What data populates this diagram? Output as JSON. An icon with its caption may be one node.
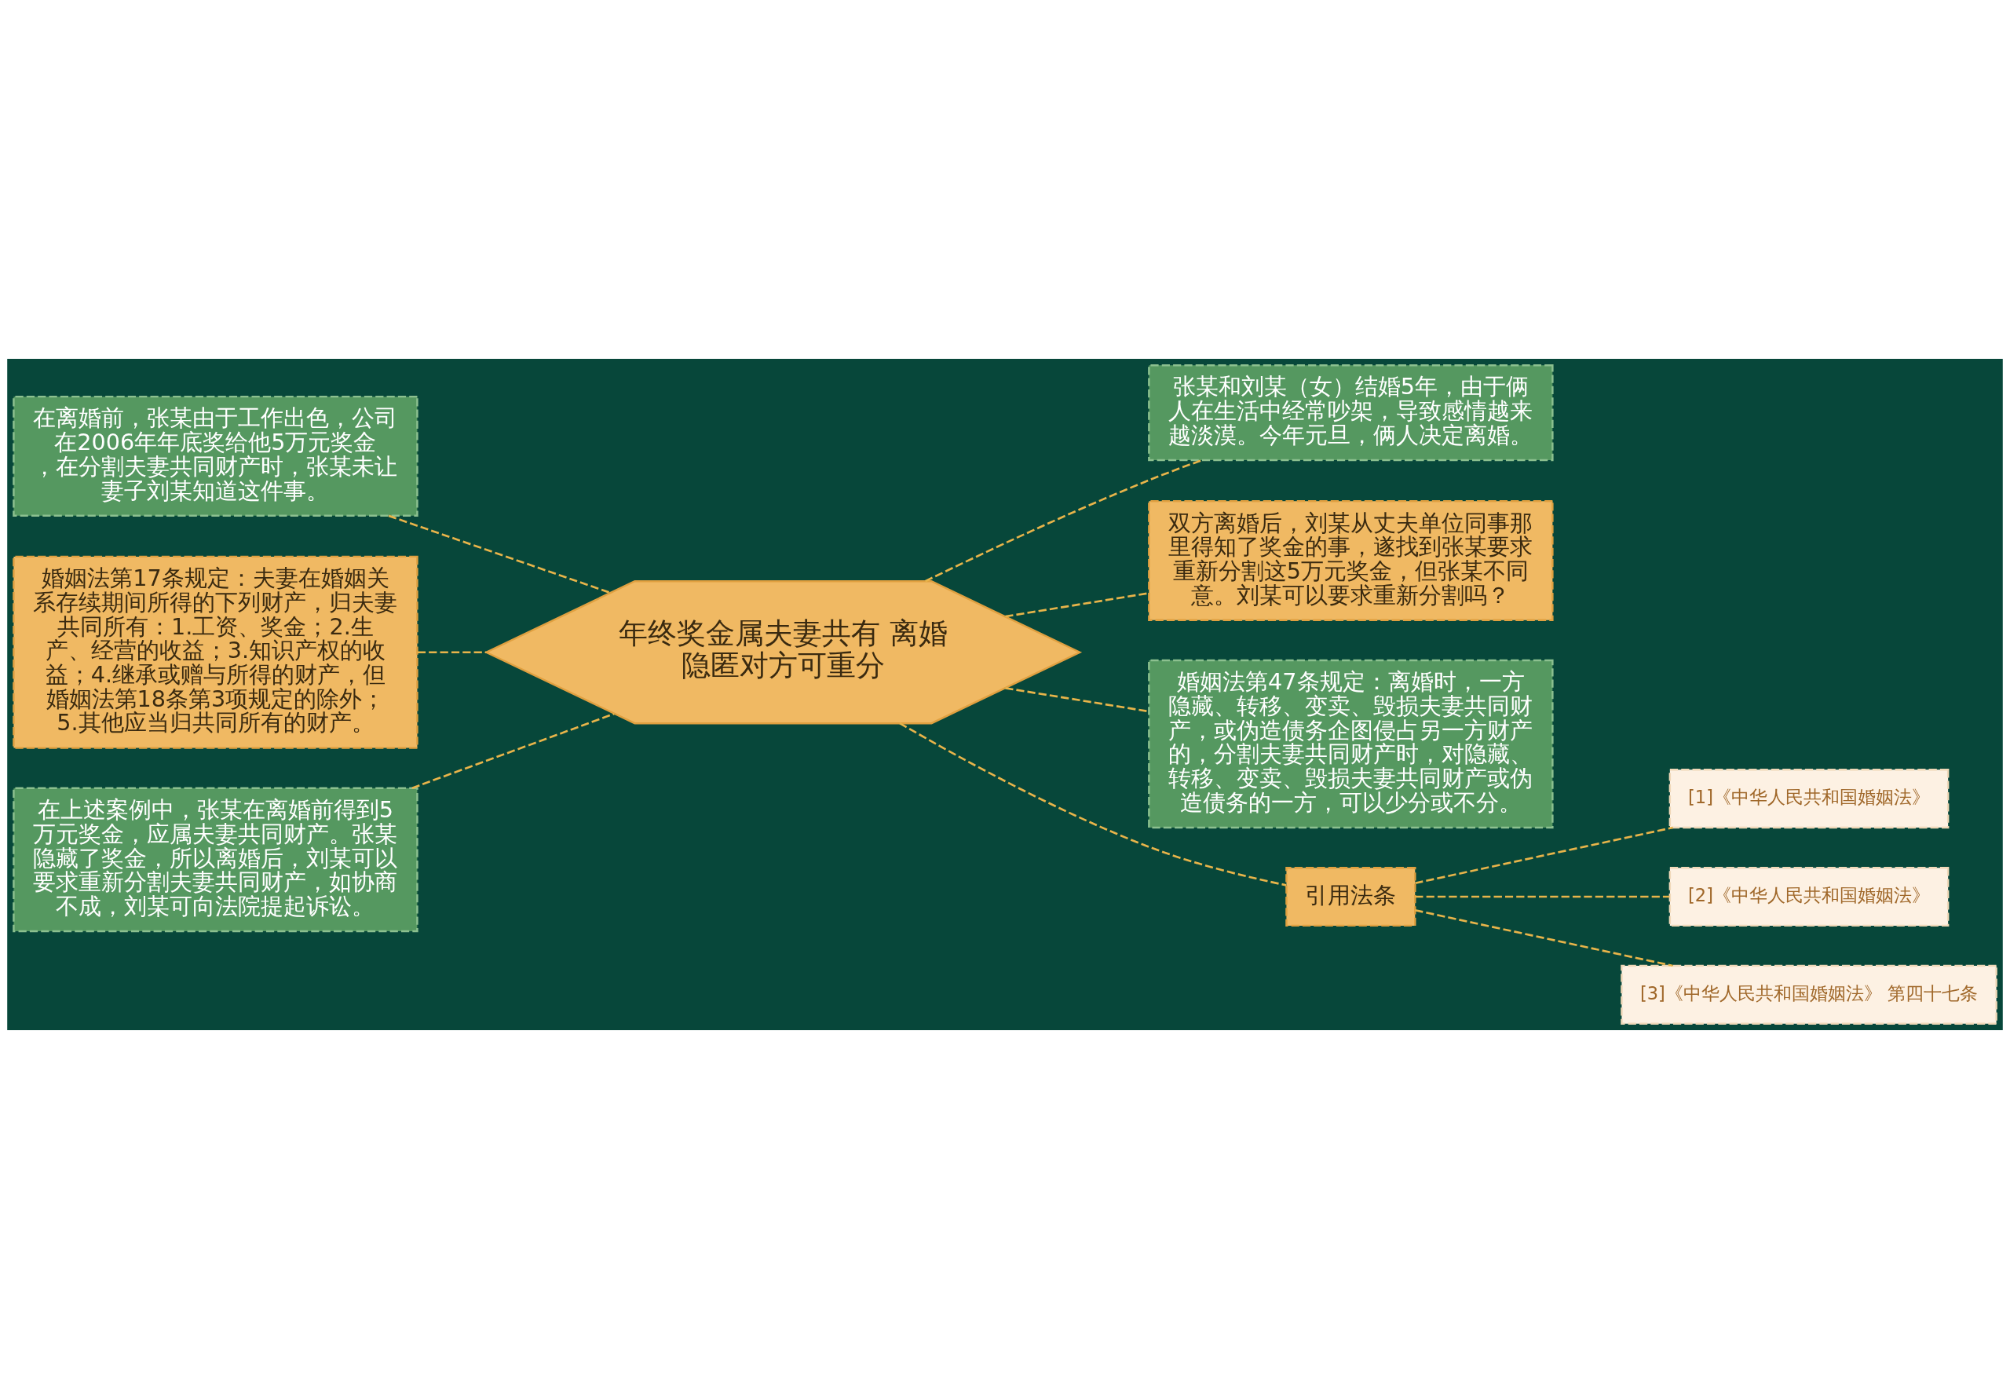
{
  "diagram": {
    "nodes": [
      {
        "text": [
          "年终奖金属夫妻共有 离婚隐匿对方可重分"
        ]
      },
      {
        "text": [
          "在离婚前，张某由于工作出色，公司在2006年年底奖给他5万元奖金，在分割夫妻共同财产时，张某未让妻子刘某知道这件事。"
        ]
      },
      {
        "text": [
          "婚姻法第17条规定：夫妻在婚姻关系存续期间所得的下列财产，归夫妻共同所有：1.工资、奖金；2.生产、经营的收益；3.知识产权的收益；4.继承或赠与所得的财产，但婚姻法第18条第3项规定的除外；5.其他应当归共同所有的财产。"
        ]
      },
      {
        "text": [
          "在上述案例中，张某在离婚前得到5万元奖金，应属夫妻共同财产。张某隐藏了奖金，所以离婚后，刘某可以要求重新分割夫妻共同财产，如协商不成，刘某可向法院提起诉讼。"
        ]
      },
      {
        "text": [
          "张某和刘某（女）结婚5年，由于俩人在生活中经常吵架，导致感情越来越淡漠。今年元旦，俩人决定离婚。"
        ]
      },
      {
        "text": [
          "双方离婚后，刘某从丈夫单位同事那里得知了奖金的事，遂找到张某要求重新分割这5万元奖金，但张某不同意。刘某可以要求重新分割吗？"
        ]
      },
      {
        "text": [
          "婚姻法第47条规定：离婚时，一方隐藏、转移、变卖、毁损夫妻共同财产，或伪造债务企图侵占另一方财产的，分割夫妻共同财产时，对隐藏、转移、变卖、毁损夫妻共同财产或伪造债务的一方，可以少分或不分。"
        ]
      },
      {
        "text": [
          "引用法条"
        ]
      },
      {
        "text": [
          "[1]《中华人民共和国婚姻法》"
        ]
      },
      {
        "text": [
          "[2]《中华人民共和国婚姻法》"
        ]
      },
      {
        "text": [
          "[3]《中华人民共和国婚姻法》 第四十七条"
        ]
      }
    ],
    "edges": [
      {
        "from": 0,
        "to": 1,
        "arrow": "none",
        "style": "dashed"
      },
      {
        "from": 0,
        "to": 2,
        "arrow": "none",
        "style": "dashed"
      },
      {
        "from": 0,
        "to": 3,
        "arrow": "none",
        "style": "dashed"
      },
      {
        "from": 0,
        "to": 4,
        "arrow": "none",
        "style": "dashed"
      },
      {
        "from": 0,
        "to": 5,
        "arrow": "none",
        "style": "dashed"
      },
      {
        "from": 0,
        "to": 6,
        "arrow": "none",
        "style": "dashed"
      },
      {
        "from": 0,
        "to": 7,
        "arrow": "none",
        "style": "dashed"
      },
      {
        "from": 7,
        "to": 8,
        "arrow": "none",
        "style": "dashed"
      },
      {
        "from": 7,
        "to": 9,
        "arrow": "none",
        "style": "dashed"
      },
      {
        "from": 7,
        "to": 10,
        "arrow": "none",
        "style": "dashed"
      }
    ]
  }
}
